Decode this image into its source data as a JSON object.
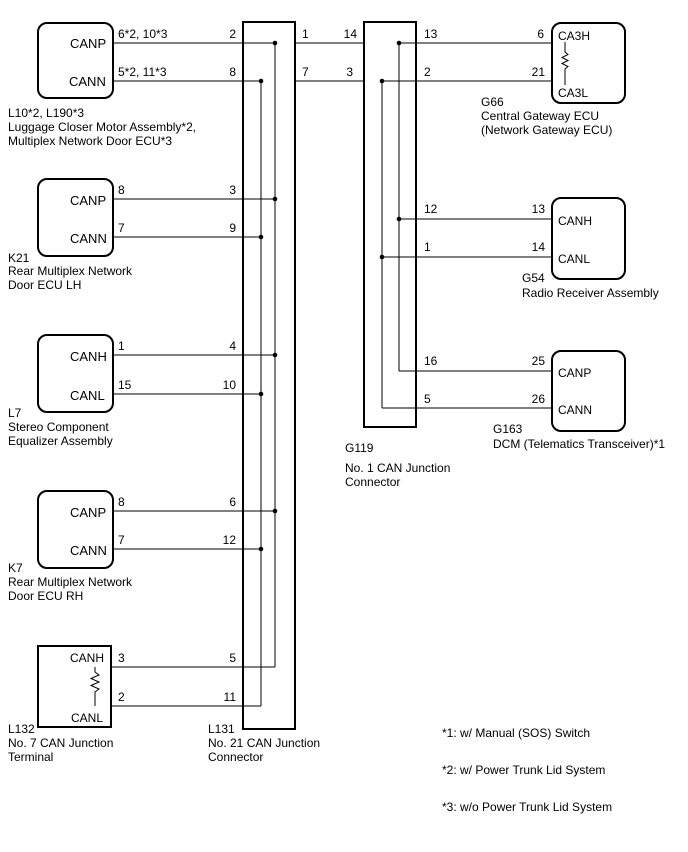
{
  "components": {
    "l10": {
      "code": "L10*2, L190*3",
      "name_line1": "Luggage Closer Motor Assembly*2,",
      "name_line2": "Multiplex Network Door ECU*3",
      "pin_top": "CANP",
      "pin_bottom": "CANN",
      "wire_top_pin": "6*2, 10*3",
      "wire_bottom_pin": "5*2, 11*3"
    },
    "k21": {
      "code": "K21",
      "name_line1": "Rear Multiplex Network",
      "name_line2": "Door ECU LH",
      "pin_top": "CANP",
      "pin_bottom": "CANN",
      "wire_top_pin": "8",
      "wire_bottom_pin": "7"
    },
    "l7": {
      "code": "L7",
      "name_line1": "Stereo Component",
      "name_line2": "Equalizer Assembly",
      "pin_top": "CANH",
      "pin_bottom": "CANL",
      "wire_top_pin": "1",
      "wire_bottom_pin": "15"
    },
    "k7": {
      "code": "K7",
      "name_line1": "Rear Multiplex Network",
      "name_line2": "Door ECU RH",
      "pin_top": "CANP",
      "pin_bottom": "CANN",
      "wire_top_pin": "8",
      "wire_bottom_pin": "7"
    },
    "l132": {
      "code": "L132",
      "name_line1": "No. 7 CAN Junction",
      "name_line2": "Terminal",
      "pin_top": "CANH",
      "pin_bottom": "CANL",
      "wire_top_pin": "3",
      "wire_bottom_pin": "2"
    },
    "l131": {
      "code": "L131",
      "name_line1": "No. 21 CAN Junction",
      "name_line2": "Connector",
      "pins": [
        "2",
        "8",
        "3",
        "9",
        "4",
        "10",
        "6",
        "12",
        "5",
        "11",
        "1",
        "7"
      ]
    },
    "g119": {
      "code": "G119",
      "name_line1": "No. 1 CAN Junction",
      "name_line2": "Connector",
      "pins": [
        "14",
        "3",
        "13",
        "2",
        "12",
        "1",
        "16",
        "5"
      ]
    },
    "g66": {
      "code": "G66",
      "name_line1": "Central Gateway ECU",
      "name_line2": "(Network Gateway ECU)",
      "pin_top": "CA3H",
      "pin_bottom": "CA3L",
      "wire_top_pin": "6",
      "wire_bottom_pin": "21"
    },
    "g54": {
      "code": "G54",
      "name_line1": "Radio Receiver Assembly",
      "pin_top": "CANH",
      "pin_bottom": "CANL",
      "wire_top_pin": "13",
      "wire_bottom_pin": "14"
    },
    "g163": {
      "code": "G163",
      "name_line1": "DCM (Telematics Transceiver)*1",
      "pin_top": "CANP",
      "pin_bottom": "CANN",
      "wire_top_pin": "25",
      "wire_bottom_pin": "26"
    }
  },
  "notes": [
    "*1: w/ Manual (SOS) Switch",
    "*2: w/ Power Trunk Lid System",
    "*3: w/o Power Trunk Lid System"
  ]
}
